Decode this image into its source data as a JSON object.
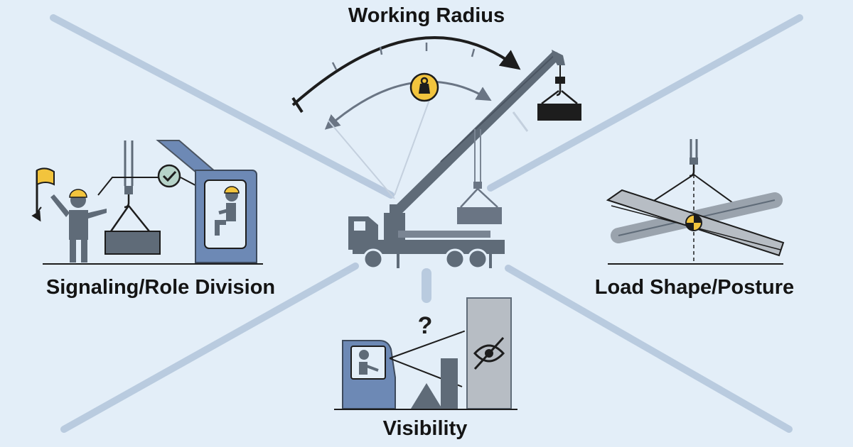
{
  "labels": {
    "working_radius": "Working Radius",
    "signaling": "Signaling/Role Division",
    "load_shape": "Load Shape/Posture",
    "visibility": "Visibility"
  },
  "marks": {
    "question": "?"
  },
  "icons": {
    "crane": "truck-crane-icon",
    "weight": "weight-icon",
    "signal_flag": "signal-flag-icon",
    "operator": "operator-icon",
    "check": "check-icon",
    "eye_blocked": "eye-slash-icon",
    "center_of_gravity": "center-of-gravity-icon"
  },
  "colors": {
    "background": "#e3eef8",
    "steel": "#5f6b78",
    "cab_blue": "#6d89b5",
    "accent_yellow": "#f2c43d",
    "ink": "#1d1d1d",
    "rays": "#b4c6dc"
  }
}
